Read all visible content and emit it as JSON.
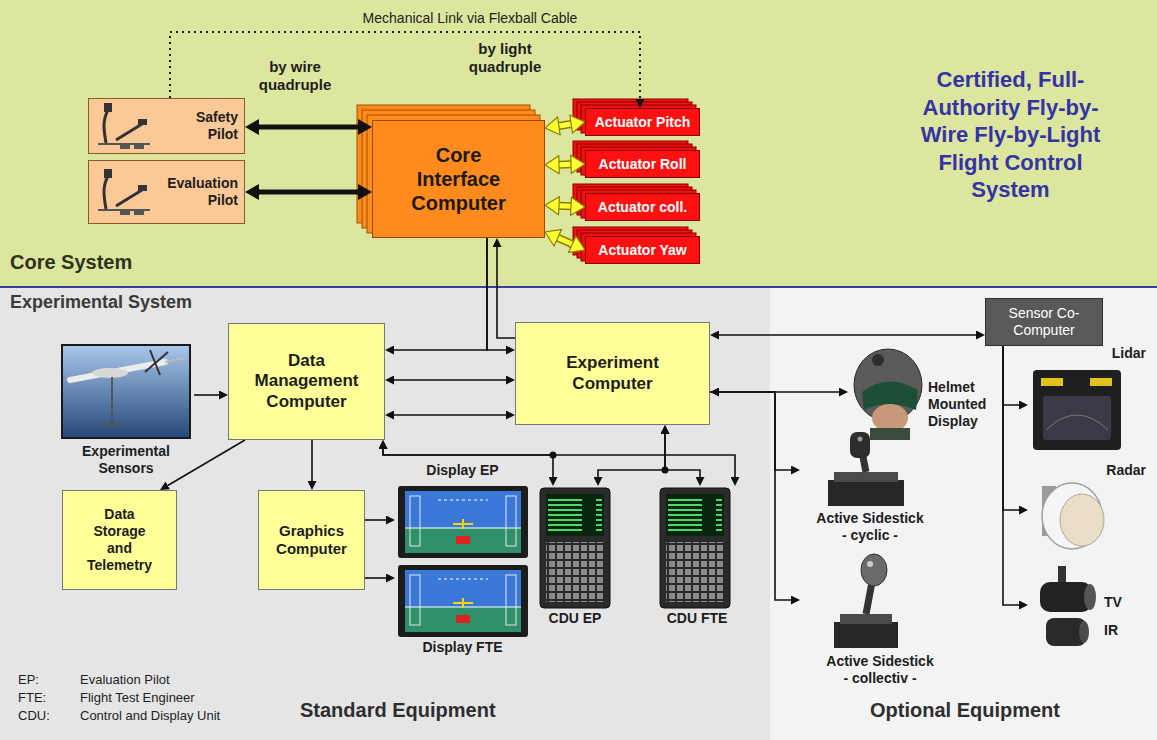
{
  "diagram": {
    "nodes": [
      {
        "text": [
          "Core System",
          "Certified, Full-Authority Fly-by-Wire Fly-by-Light Flight Control System"
        ]
      },
      {
        "text": [
          "Safety Pilot"
        ],
        "in": 0
      },
      {
        "text": [
          "Evaluation Pilot"
        ],
        "in": 0
      },
      {
        "text": [
          "Core Interface Computer"
        ],
        "in": 0
      },
      {
        "text": [
          "Actuator Pitch"
        ],
        "in": 0
      },
      {
        "text": [
          "Actuator Roll"
        ],
        "in": 0
      },
      {
        "text": [
          "Actuator coll."
        ],
        "in": 0
      },
      {
        "text": [
          "Actuator Yaw"
        ],
        "in": 0
      },
      {
        "text": [
          "Experimental System",
          "Standard Equipment"
        ]
      },
      {
        "text": [
          "Experimental Sensors"
        ],
        "in": 8
      },
      {
        "text": [
          "Data Management Computer"
        ],
        "in": 8
      },
      {
        "text": [
          "Experiment Computer"
        ],
        "in": 8
      },
      {
        "text": [
          "Data Storage and Telemetry"
        ],
        "in": 8
      },
      {
        "text": [
          "Graphics Computer"
        ],
        "in": 8
      },
      {
        "text": [
          "Display EP"
        ],
        "in": 8
      },
      {
        "text": [
          "Display FTE"
        ],
        "in": 8
      },
      {
        "text": [
          "CDU EP"
        ],
        "in": 8
      },
      {
        "text": [
          "CDU FTE"
        ],
        "in": 8
      },
      {
        "text": [
          "Optional Equipment"
        ]
      },
      {
        "text": [
          "Sensor Co-Computer"
        ],
        "in": 18
      },
      {
        "text": [
          "Helmet Mounted Display"
        ],
        "in": 18
      },
      {
        "text": [
          "Active Sidestick - cyclic -"
        ],
        "in": 18
      },
      {
        "text": [
          "Active Sidestick - collectiv -"
        ],
        "in": 18
      },
      {
        "text": [
          "Lidar"
        ],
        "in": 18
      },
      {
        "text": [
          "Radar"
        ],
        "in": 18
      },
      {
        "text": [
          "TV",
          "IR"
        ],
        "in": 18
      }
    ],
    "edges": [
      {
        "from": 1,
        "to": 4,
        "arrow": "to"
      },
      {
        "from": 1,
        "to": 3,
        "arrow": "both"
      },
      {
        "from": 2,
        "to": 3,
        "arrow": "both"
      },
      {
        "from": 3,
        "to": 4,
        "arrow": "both"
      },
      {
        "from": 3,
        "to": 5,
        "arrow": "both"
      },
      {
        "from": 3,
        "to": 6,
        "arrow": "both"
      },
      {
        "from": 3,
        "to": 7,
        "arrow": "both"
      },
      {
        "from": 3,
        "to": 10,
        "arrow": "to"
      },
      {
        "from": 3,
        "to": 11,
        "arrow": "to"
      },
      {
        "from": 11,
        "to": 3,
        "arrow": "to"
      },
      {
        "from": 10,
        "to": 11,
        "arrow": "both"
      },
      {
        "from": 10,
        "to": 11,
        "arrow": "both"
      },
      {
        "from": 9,
        "to": 10,
        "arrow": "to"
      },
      {
        "from": 10,
        "to": 12,
        "arrow": "to"
      },
      {
        "from": 10,
        "to": 13,
        "arrow": "to"
      },
      {
        "from": 13,
        "to": 14,
        "arrow": "to"
      },
      {
        "from": 13,
        "to": 15,
        "arrow": "to"
      },
      {
        "from": 10,
        "to": 16,
        "arrow": "both"
      },
      {
        "from": 10,
        "to": 17,
        "arrow": "both"
      },
      {
        "from": 11,
        "to": 16,
        "arrow": "both"
      },
      {
        "from": 11,
        "to": 17,
        "arrow": "both"
      },
      {
        "from": 11,
        "to": 19,
        "arrow": "both"
      },
      {
        "from": 11,
        "to": 20,
        "arrow": "both"
      },
      {
        "from": 11,
        "to": 21,
        "arrow": "to"
      },
      {
        "from": 11,
        "to": 22,
        "arrow": "to"
      },
      {
        "from": 19,
        "to": 23,
        "arrow": "to"
      },
      {
        "from": 19,
        "to": 24,
        "arrow": "to"
      },
      {
        "from": 19,
        "to": 25,
        "arrow": "to"
      }
    ],
    "labels": [
      "Mechanical Link via Flexball Cable",
      "by wire quadruple",
      "by light quadruple",
      "EP:",
      "Evaluation Pilot",
      "FTE:",
      "Flight Test Engineer",
      "CDU:",
      "Control and Display Unit"
    ]
  }
}
